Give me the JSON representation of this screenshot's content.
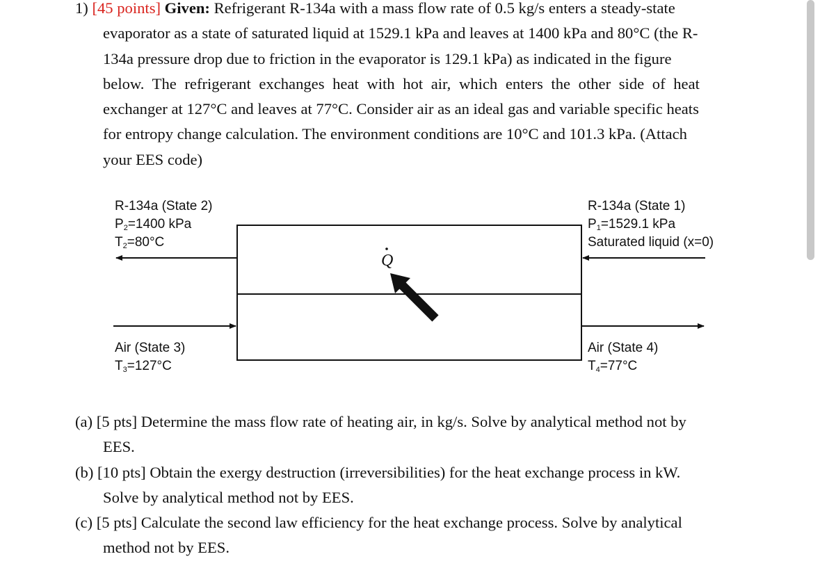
{
  "problem": {
    "number": "1)",
    "points": "[45 points]",
    "given_label": "Given:",
    "line1": "Refrigerant R-134a with a mass flow rate of 0.5 kg/s enters a steady-state",
    "line2": "evaporator as a state of saturated liquid at 1529.1 kPa and leaves at 1400 kPa and 80°C (the R-",
    "line3": "134a pressure drop due to friction in the evaporator is 129.1 kPa) as indicated in the figure",
    "line4": "below. The refrigerant exchanges heat with hot air, which enters the other side of heat",
    "line5": "exchanger at 127°C and leaves at 77°C. Consider air as an ideal gas and variable specific heats",
    "line6": "for entropy change calculation. The environment conditions are 10°C and 101.3 kPa. (Attach",
    "line7": "your EES code)"
  },
  "figure": {
    "state2": {
      "title": "R-134a (State 2)",
      "p_pre": "P",
      "p_sub": "2",
      "p_post": "=1400 kPa",
      "t_pre": "T",
      "t_sub": "2",
      "t_post": "=80°C"
    },
    "state1": {
      "title": "R-134a (State 1)",
      "p_pre": "P",
      "p_sub": "1",
      "p_post": "=1529.1 kPa",
      "quality": "Saturated liquid (x=0)"
    },
    "state3": {
      "title": "Air (State 3)",
      "t_pre": "T",
      "t_sub": "3",
      "t_post": "=127°C"
    },
    "state4": {
      "title": "Air (State 4)",
      "t_pre": "T",
      "t_sub": "4",
      "t_post": "=77°C"
    },
    "heat_symbol": "Q"
  },
  "questions": [
    {
      "label": "(a)",
      "line1": "[5 pts] Determine the mass flow rate of heating air, in kg/s. Solve by analytical method not by",
      "line2": "EES."
    },
    {
      "label": "(b)",
      "line1": "[10 pts] Obtain the exergy destruction (irreversibilities) for the heat exchange process in kW.",
      "line2": "Solve by analytical method not by EES."
    },
    {
      "label": "(c)",
      "line1": "[5 pts] Calculate the second law efficiency for the heat exchange process. Solve by analytical",
      "line2": "method not by EES."
    }
  ]
}
